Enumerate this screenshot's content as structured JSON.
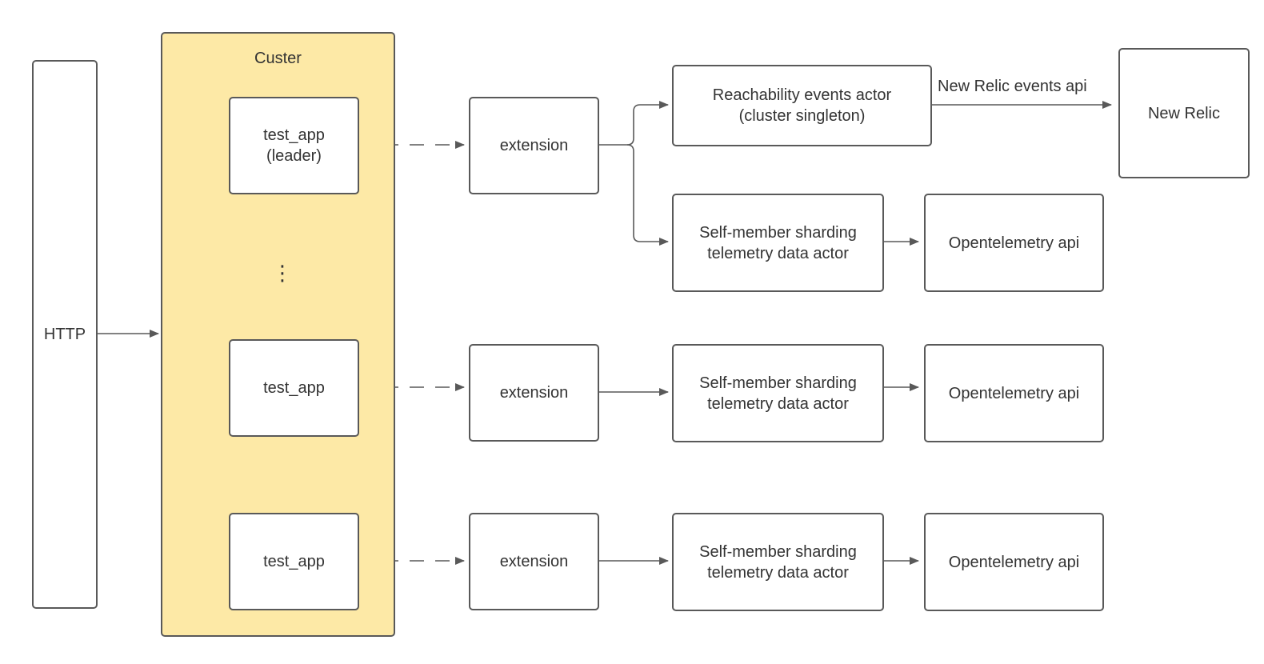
{
  "cluster": {
    "title": "Custer",
    "fill": "#fde9a6",
    "ellipsis": "⋮"
  },
  "nodes": {
    "http": "HTTP",
    "app_leader": "test_app\n(leader)",
    "app2": "test_app",
    "app3": "test_app",
    "ext1": "extension",
    "ext2": "extension",
    "ext3": "extension",
    "reach_actor": "Reachability events actor\n(cluster singleton)",
    "newrelic": "New Relic",
    "sharding1": "Self-member sharding\ntelemetry data actor",
    "sharding2": "Self-member sharding\ntelemetry data actor",
    "sharding3": "Self-member sharding\ntelemetry data actor",
    "otel1": "Opentelemetry api",
    "otel2": "Opentelemetry api",
    "otel3": "Opentelemetry api"
  },
  "edges": {
    "newrelic_label": "New Relic events api"
  },
  "colors": {
    "stroke": "#595959",
    "text": "#333333"
  }
}
